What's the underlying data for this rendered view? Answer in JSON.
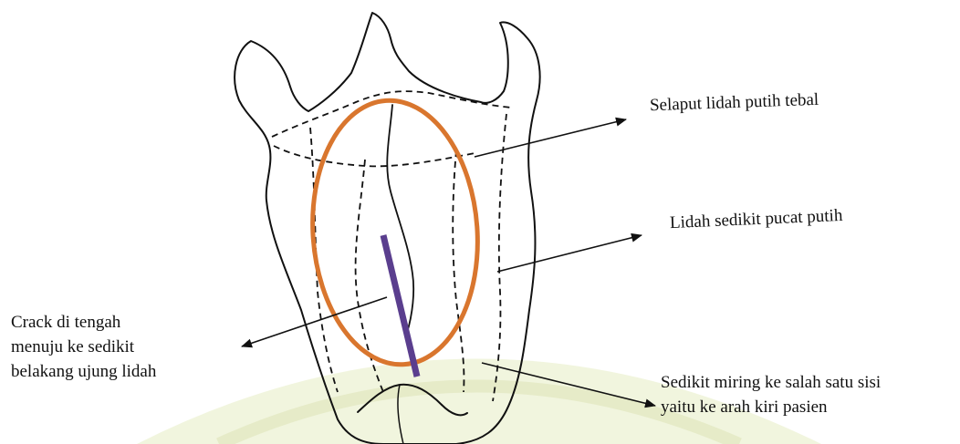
{
  "colors": {
    "ink": "#111111",
    "highlight_ring": "#D9762E",
    "crack_line": "#5A3E8E",
    "watermark": "#E9EDCC"
  },
  "labels": {
    "coating": "Selaput lidah putih tebal",
    "pale": "Lidah sedikit pucat putih",
    "crack": [
      "Crack di tengah",
      "menuju ke sedikit",
      "belakang ujung lidah"
    ],
    "deviation": [
      "Sedikit miring ke salah satu sisi",
      "yaitu ke arah kiri pasien"
    ]
  }
}
